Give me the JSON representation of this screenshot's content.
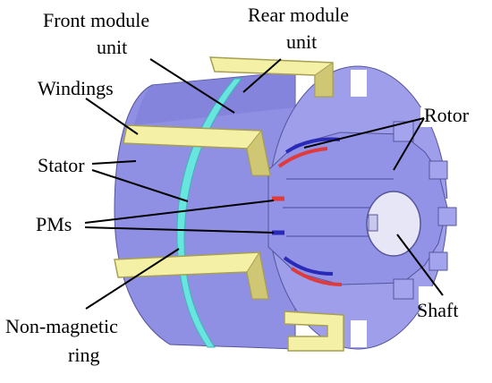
{
  "labels": {
    "front_module_line1": "Front module",
    "front_module_line2": "unit",
    "rear_module_line1": "Rear module",
    "rear_module_line2": "unit",
    "windings": "Windings",
    "rotor": "Rotor",
    "stator": "Stator",
    "pms": "PMs",
    "shaft": "Shaft",
    "ring_line1": "Non-magnetic",
    "ring_line2": "ring"
  },
  "colors": {
    "stator": "#8f8fe4",
    "stator_dark": "#6e6ec2",
    "stator_light": "#a9a9ef",
    "winding": "#f4f0a6",
    "winding_dark": "#cfc774",
    "ring": "#69e5e0",
    "pm_red": "#e03a3a",
    "pm_blue": "#2a2ab8",
    "shaft": "#e6e6f7"
  }
}
